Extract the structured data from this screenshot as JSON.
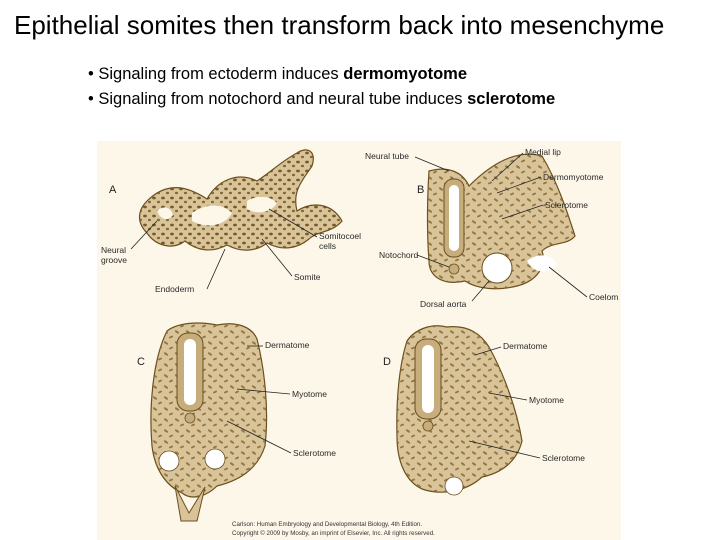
{
  "slide": {
    "title": "Epithelial somites then transform back into mesenchyme",
    "bullets": [
      {
        "prefix": "• Signaling from ectoderm induces ",
        "bold": "dermomyotome"
      },
      {
        "prefix": "• Signaling from notochord and neural tube induces ",
        "bold": "sclerotome"
      }
    ]
  },
  "figure": {
    "panels": [
      "A",
      "B",
      "C",
      "D"
    ],
    "labels_a": {
      "neural_groove": "Neural\ngroove",
      "endoderm": "Endoderm",
      "somitocoel": "Somitocoel\ncells",
      "somite": "Somite"
    },
    "labels_b": {
      "neural_tube": "Neural tube",
      "medial_lip": "Medial lip",
      "dermomyotome": "Dermomyotome",
      "sclerotome": "Sclerotome",
      "notochord": "Notochord",
      "dorsal_aorta": "Dorsal aorta",
      "coelom": "Coelom"
    },
    "labels_c": {
      "dermatome": "Dermatome",
      "myotome": "Myotome",
      "sclerotome": "Sclerotome"
    },
    "labels_d": {
      "dermatome": "Dermatome",
      "myotome": "Myotome",
      "sclerotome": "Sclerotome"
    },
    "credit_line1": "Carlson: Human Embryology and Developmental Biology, 4th Edition.",
    "credit_line2": "Copyright © 2009 by Mosby, an imprint of Elsevier, Inc. All rights reserved.",
    "colors": {
      "background": "#fdf7ea",
      "tissue": "#d9c49a",
      "tissue_dark": "#c7ad7c",
      "cell": "#6b4f1e",
      "lumen": "#ffffff"
    }
  }
}
